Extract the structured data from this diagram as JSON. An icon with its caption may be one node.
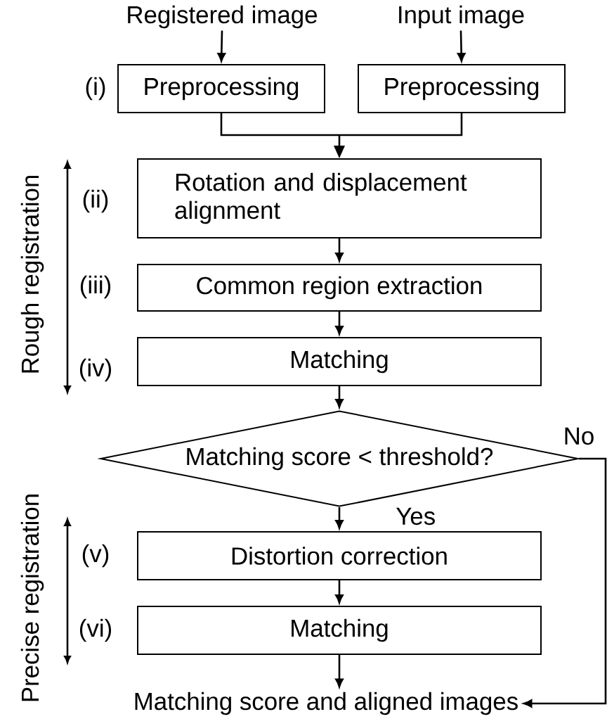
{
  "diagram": {
    "nodes": [
      {
        "text": [
          "Registered image"
        ]
      },
      {
        "text": [
          "Input image"
        ]
      },
      {
        "text": [
          "Preprocessing"
        ]
      },
      {
        "text": [
          "Preprocessing"
        ]
      },
      {
        "text": [
          "Rotation and displacement alignment"
        ]
      },
      {
        "text": [
          "Common region extraction"
        ]
      },
      {
        "text": [
          "Matching"
        ]
      },
      {
        "text": [
          "Matching score < threshold?"
        ]
      },
      {
        "text": [
          "Distortion correction"
        ]
      },
      {
        "text": [
          "Matching"
        ]
      },
      {
        "text": [
          "Matching score and aligned images"
        ]
      }
    ],
    "edges": [
      {
        "from": 0,
        "to": 2,
        "arrow": "to"
      },
      {
        "from": 1,
        "to": 3,
        "arrow": "to"
      },
      {
        "from": 2,
        "to": 4,
        "arrow": "to"
      },
      {
        "from": 3,
        "to": 4,
        "arrow": "to"
      },
      {
        "from": 4,
        "to": 5,
        "arrow": "to"
      },
      {
        "from": 5,
        "to": 6,
        "arrow": "to"
      },
      {
        "from": 6,
        "to": 7,
        "arrow": "to"
      },
      {
        "from": 7,
        "to": 8,
        "arrow": "to",
        "label": "Yes"
      },
      {
        "from": 8,
        "to": 9,
        "arrow": "to"
      },
      {
        "from": 9,
        "to": 10,
        "arrow": "to"
      },
      {
        "from": 7,
        "to": 10,
        "arrow": "to",
        "label": "No"
      }
    ],
    "labels": [
      "(i)",
      "(ii)",
      "(iii)",
      "(iv)",
      "(v)",
      "(vi)",
      "Rough registration",
      "Precise registration"
    ]
  }
}
